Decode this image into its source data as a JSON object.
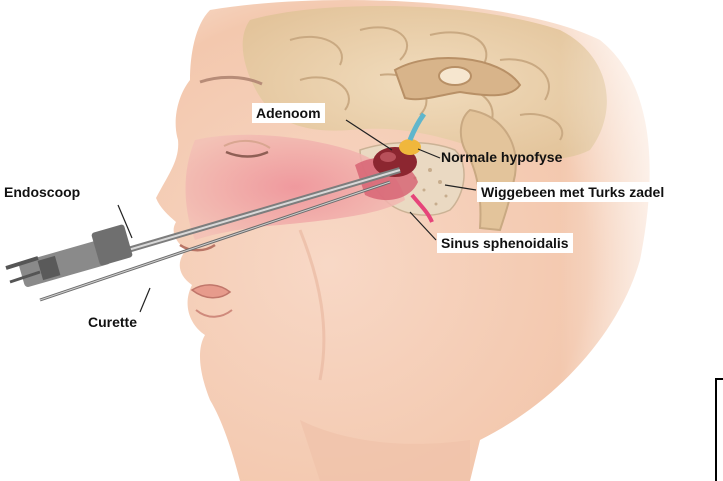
{
  "labels": {
    "adenoom": "Adenoom",
    "normale_hypofyse": "Normale hypofyse",
    "wiggebeen": "Wiggebeen met Turks zadel",
    "sinus_sphenoidalis": "Sinus sphenoidalis",
    "endoscoop": "Endoscoop",
    "curette": "Curette"
  },
  "colors": {
    "skin": "#f6d2bd",
    "skin_shadow": "#e7a68a",
    "nasal_cavity": "#e36f7e",
    "brain": "#ead1ad",
    "brain_folds": "#c9a982",
    "adenoma": "#8c2630",
    "pituitary": "#f0b73c",
    "stalk": "#5fb6cc",
    "instrument": "#9a9a9a"
  }
}
